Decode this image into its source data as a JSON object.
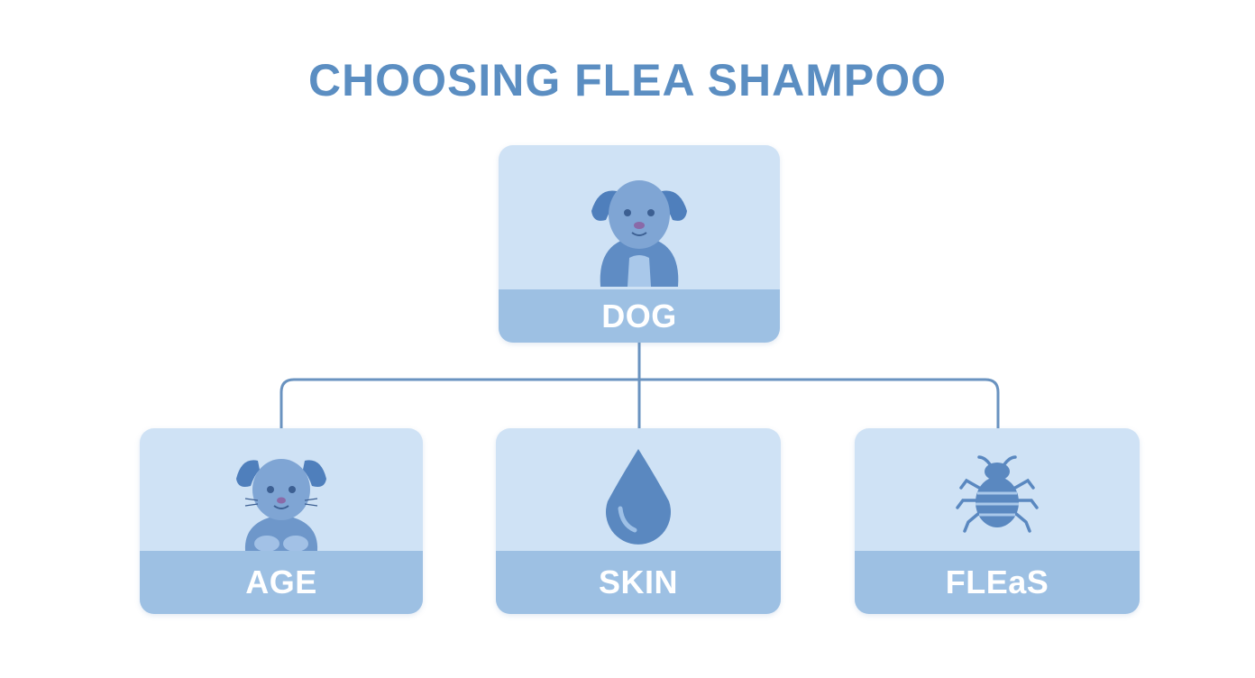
{
  "title": "CHOOSING FLEA SHAMPOO",
  "root": {
    "label": "DOG",
    "icon": "dog-icon"
  },
  "children": [
    {
      "label": "AGE",
      "icon": "puppy-icon"
    },
    {
      "label": "SKIN",
      "icon": "water-drop-icon"
    },
    {
      "label": "FLEaS",
      "icon": "flea-bug-icon"
    }
  ],
  "colors": {
    "title": "#5b8ec2",
    "card_bg": "#cfe2f5",
    "label_band": "#9dc0e3",
    "icon": "#5a88c0",
    "connector": "#6a93c0"
  }
}
